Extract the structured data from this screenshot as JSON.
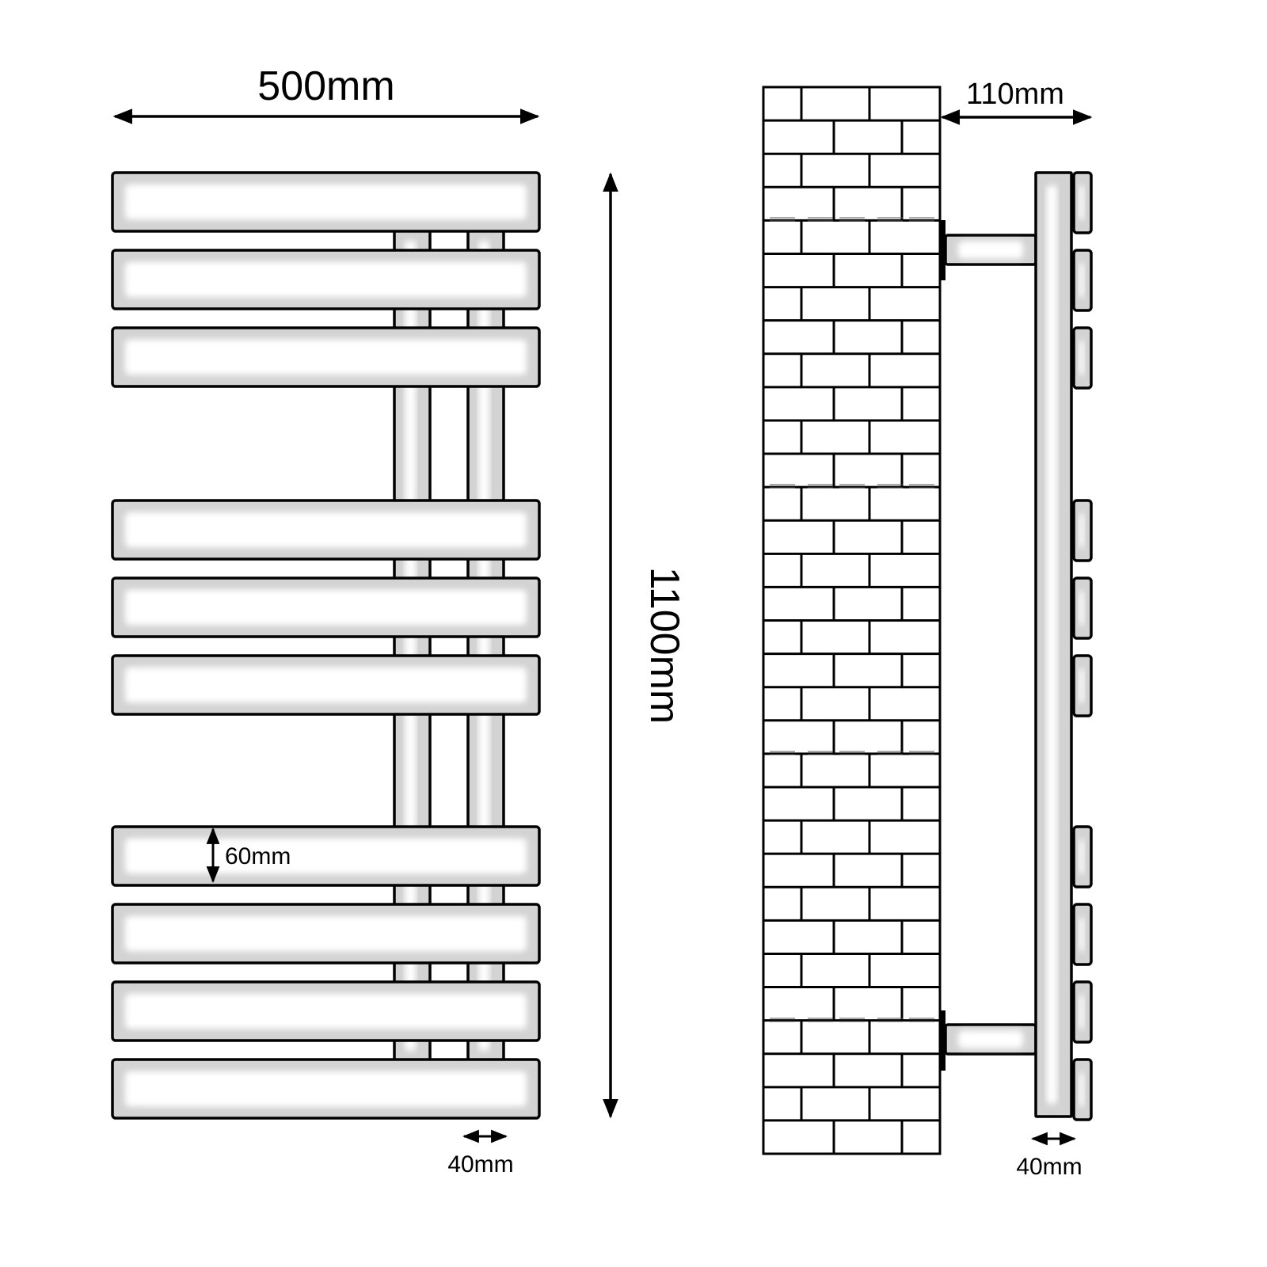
{
  "front_view": {
    "width_label": "500mm",
    "height_label": "1100mm",
    "bar_height_label": "60mm",
    "pipe_depth_label": "40mm",
    "bar_count": 10
  },
  "side_view": {
    "projection_label": "110mm",
    "depth_label": "40mm",
    "bracket_count": 2
  },
  "colors": {
    "outline": "#000000",
    "chrome": "#d3d3d3",
    "highlight": "#ffffff"
  }
}
